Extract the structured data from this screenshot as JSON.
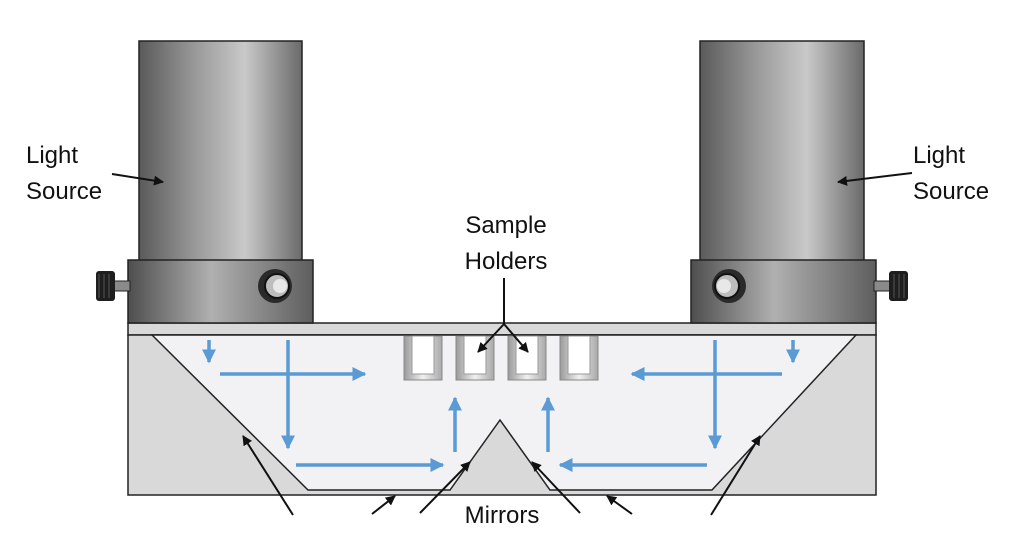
{
  "labels": {
    "light_source_left": [
      "Light",
      "Source"
    ],
    "light_source_right": [
      "Light",
      "Source"
    ],
    "sample_holders": [
      "Sample",
      "Holders"
    ],
    "mirrors": "Mirrors"
  },
  "colors": {
    "beam": "#5b9bd5",
    "housing": "#d9d9d9",
    "cavity": "#f2f2f4",
    "outline": "#222222",
    "cylinder_dark": "#5a5a5a",
    "cylinder_light": "#c4c4c4"
  }
}
